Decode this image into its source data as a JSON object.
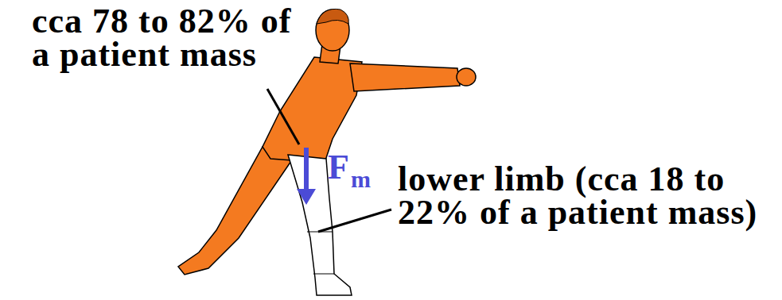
{
  "diagram": {
    "labels": [
      "cca 78 to 82% of a patient mass",
      "F",
      "m",
      "lower limb (cca 18 to 22% of a patient mass)"
    ]
  }
}
